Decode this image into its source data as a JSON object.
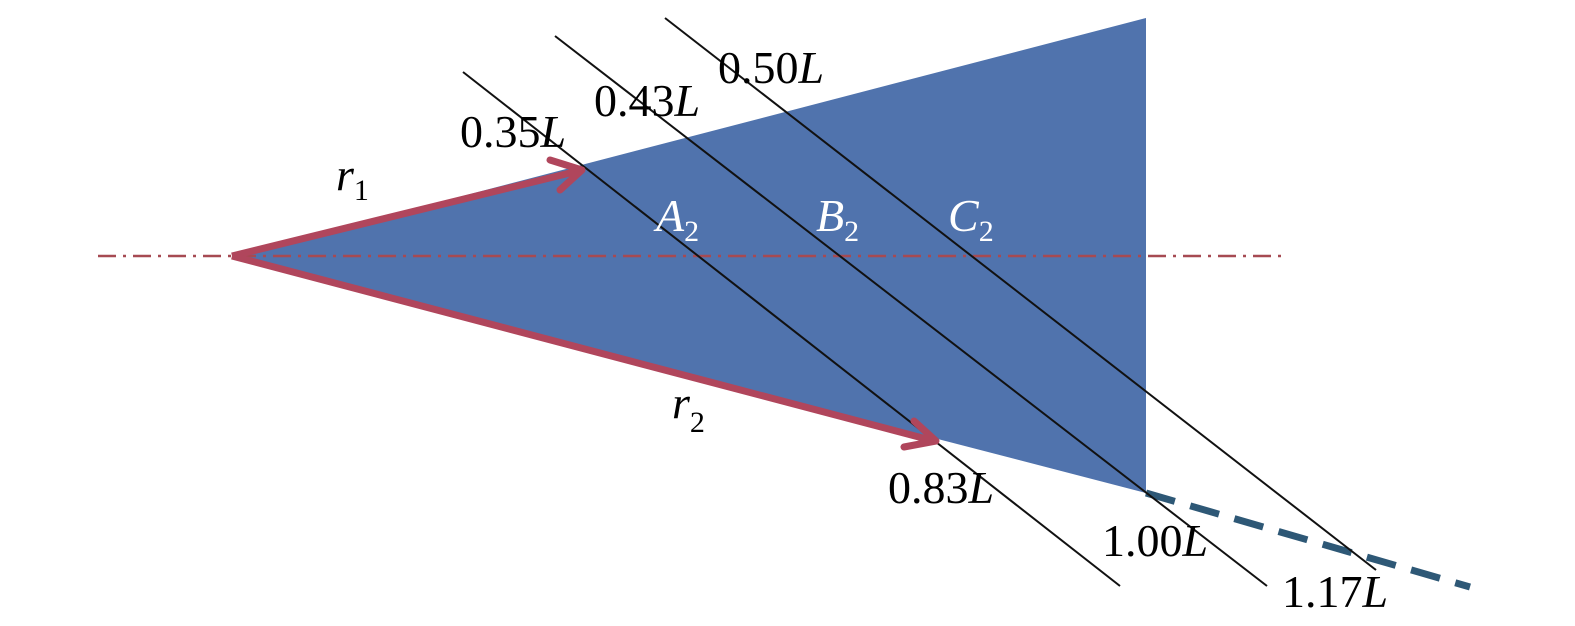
{
  "colors": {
    "triangle_fill": "#5073ad",
    "vector_color": "#b0465c",
    "axis_color": "#a64a52",
    "line_color": "#111111",
    "dashed_extension_color": "#2e5876"
  },
  "vectors": {
    "r1": {
      "base": "r",
      "sub": "1"
    },
    "r2": {
      "base": "r",
      "sub": "2"
    }
  },
  "regions": [
    {
      "base": "A",
      "sub": "2"
    },
    {
      "base": "B",
      "sub": "2"
    },
    {
      "base": "C",
      "sub": "2"
    }
  ],
  "top_labels": [
    {
      "value": "0.35",
      "unit": "L"
    },
    {
      "value": "0.43",
      "unit": "L"
    },
    {
      "value": "0.50",
      "unit": "L"
    }
  ],
  "bottom_labels": [
    {
      "value": "0.83",
      "unit": "L"
    },
    {
      "value": "1.00",
      "unit": "L"
    },
    {
      "value": "1.17",
      "unit": "L"
    }
  ]
}
